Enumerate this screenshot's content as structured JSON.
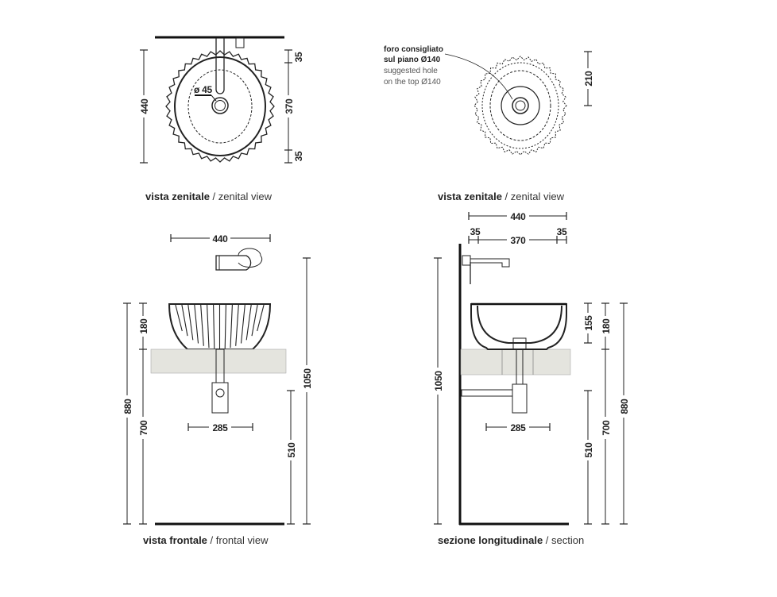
{
  "captions": {
    "zenital_1": {
      "bold": "vista zenitale",
      "sep": " / ",
      "normal": "zenital view"
    },
    "zenital_2": {
      "bold": "vista zenitale",
      "sep": " / ",
      "normal": "zenital view"
    },
    "frontal": {
      "bold": "vista frontale",
      "sep": " / ",
      "normal": "frontal view"
    },
    "section": {
      "bold": "sezione longitudinale",
      "sep": " / ",
      "normal": "section"
    }
  },
  "hole_note": {
    "line1": "foro consigliato",
    "line2": "sul piano Ø140",
    "line3": "suggested hole",
    "line4": "on the top Ø140"
  },
  "dims": {
    "z1_width": "440",
    "z1_top": "35",
    "z1_mid": "370",
    "z1_bot": "35",
    "z1_drain": "ø 45",
    "z2_offset": "210",
    "f_width": "440",
    "f_height_total": "880",
    "f_basin": "180",
    "f_counter": "700",
    "f_faucet": "1050",
    "f_trap": "510",
    "f_trap_width": "285",
    "s_width": "440",
    "s_left": "35",
    "s_mid": "370",
    "s_right": "35",
    "s_faucet": "1050",
    "s_inner": "155",
    "s_basin": "180",
    "s_total": "880",
    "s_trap": "510",
    "s_counter": "700",
    "s_trap_width": "285"
  },
  "colors": {
    "line": "#222222",
    "counter": "#e4e4de"
  }
}
